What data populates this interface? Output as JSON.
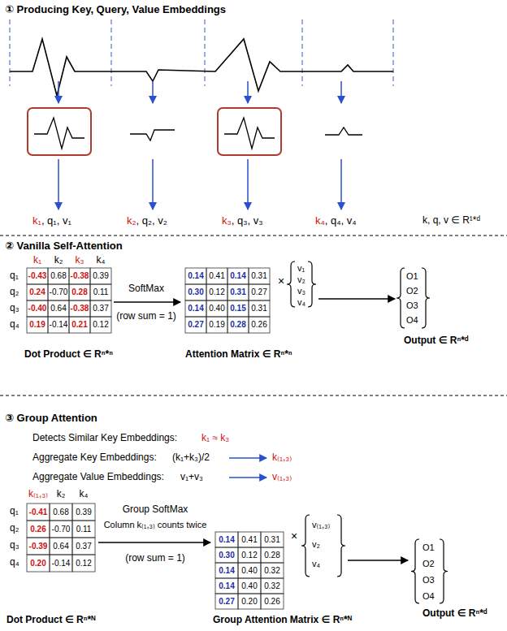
{
  "diagram": {
    "labels": [
      "① Producing Key, Query, Value Embeddings",
      "k₁",
      ", q₁, v₁",
      "k₂",
      ", q₂, v₂",
      "k₃",
      ", q₃, v₃",
      "k₄",
      ", q₄, v₄",
      "k, q, v ∈ R¹*ᵈ",
      "② Vanilla Self-Attention",
      "k₁",
      "k₂",
      "k₃",
      "k₄",
      "q₁",
      "q₂",
      "q₃",
      "q₄",
      "-0.43",
      "0.68",
      "-0.38",
      "0.39",
      "0.24",
      "-0.70",
      "0.28",
      "0.11",
      "-0.40",
      "0.64",
      "-0.38",
      "0.37",
      "0.19",
      "-0.14",
      "0.21",
      "0.12",
      "SoftMax",
      "(row sum = 1)",
      "0.14",
      "0.41",
      "0.14",
      "0.31",
      "0.30",
      "0.12",
      "0.31",
      "0.27",
      "0.14",
      "0.40",
      "0.15",
      "0.31",
      "0.27",
      "0.19",
      "0.28",
      "0.26",
      "×",
      "v₁",
      "v₂",
      "v₃",
      "v₄",
      "O1",
      "O2",
      "O3",
      "O4",
      "Dot Product ∈ Rⁿ*ⁿ",
      "Attention Matrix ∈ Rⁿ*ⁿ",
      "Output ∈ Rⁿ*ᵈ",
      "③ Group Attention",
      "Detects Similar Key Embeddings:",
      "k₁ ≈ k₃",
      "Aggregate Key Embeddings:",
      "(k₁+k₃)/2",
      "k₍₁,₃₎",
      "Aggregate Value Embeddings:",
      "v₁+v₃",
      "v₍₁,₃₎",
      "k₍₁,₃₎",
      "k₂",
      "k₄",
      "q₁",
      "q₂",
      "q₃",
      "q₄",
      "-0.41",
      "0.68",
      "0.39",
      "0.26",
      "-0.70",
      "0.11",
      "-0.39",
      "0.64",
      "0.37",
      "0.20",
      "-0.14",
      "0.12",
      "Group SoftMax",
      "Column k₍₁,₃₎ counts twice",
      "(row sum = 1)",
      "0.14",
      "0.41",
      "0.31",
      "0.30",
      "0.12",
      "0.28",
      "0.14",
      "0.40",
      "0.32",
      "0.14",
      "0.40",
      "0.32",
      "0.27",
      "0.20",
      "0.26",
      "×",
      "v₍₁,₃₎",
      "v₂",
      "v₄",
      "O1",
      "O2",
      "O3",
      "O4",
      "Dot Product ∈ Rⁿ*ᴺ",
      "Group Attention Matrix ∈ Rⁿ*ᴺ",
      "Output ∈ Rⁿ*ᵈ"
    ]
  }
}
